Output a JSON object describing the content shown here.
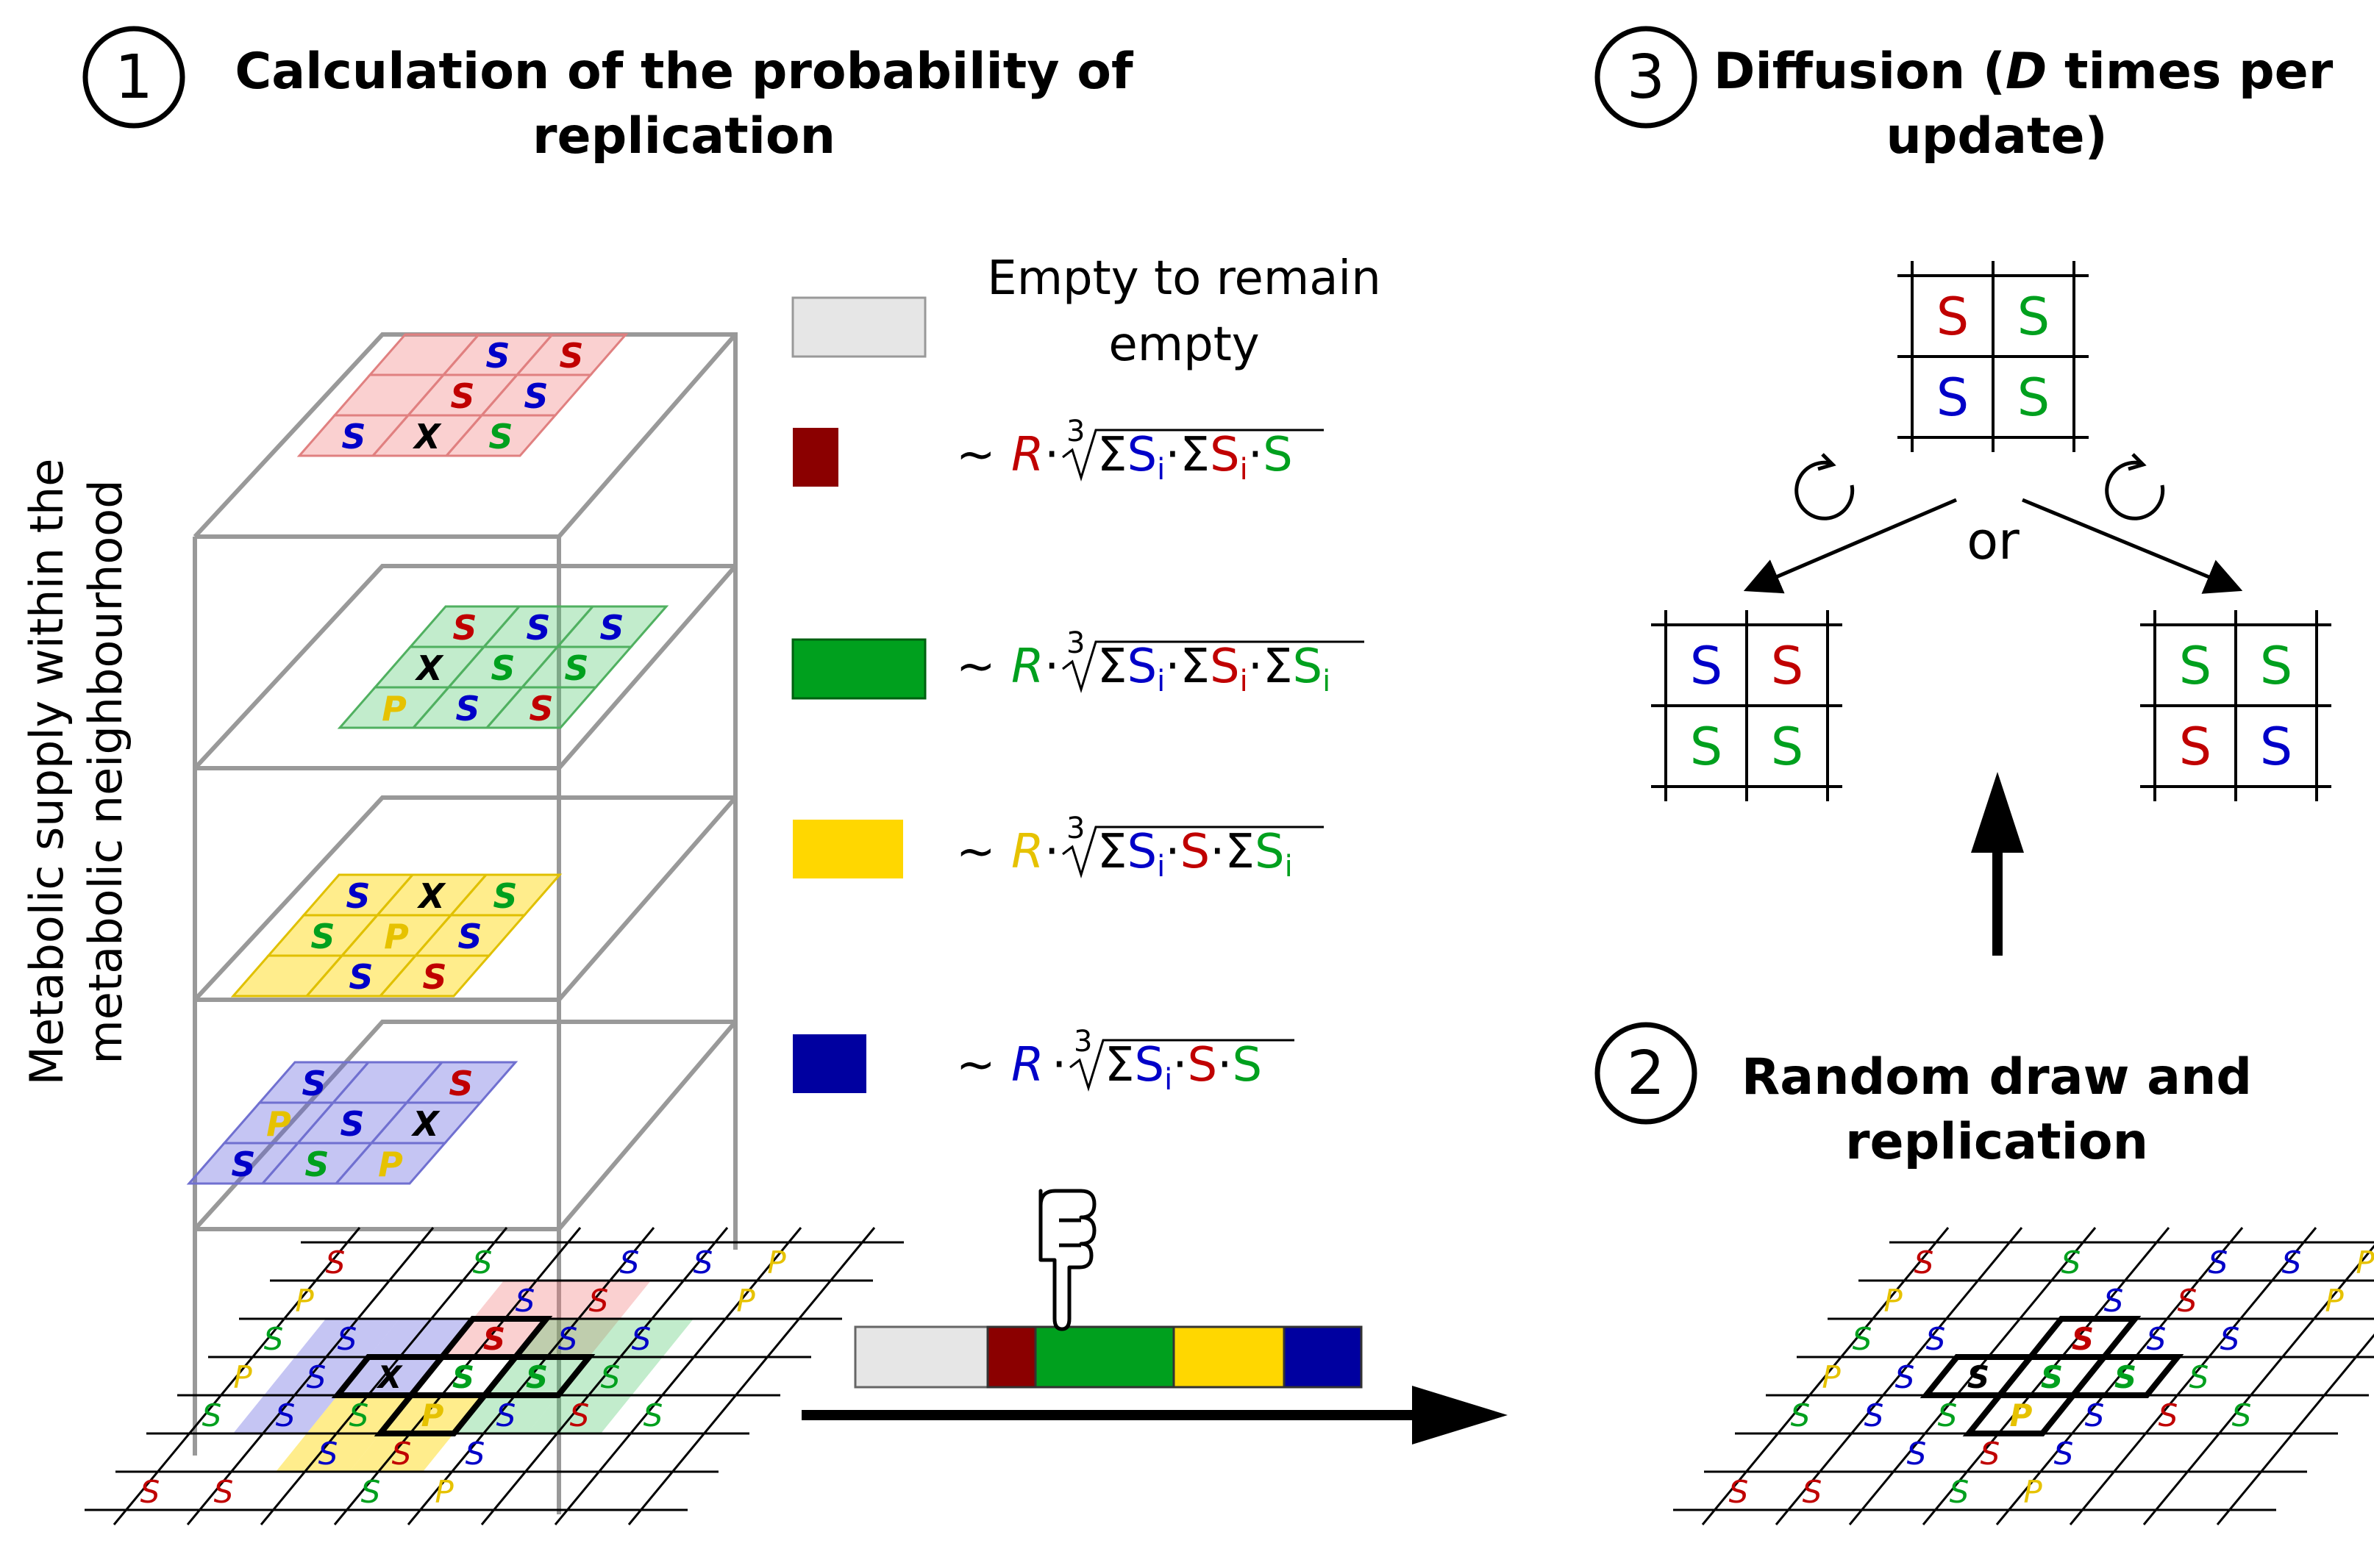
{
  "steps": [
    {
      "number": "1",
      "title_line1": "Calculation of the probability of",
      "title_line2": "replication"
    },
    {
      "number": "2",
      "title_line1": "Random draw and",
      "title_line2": "replication"
    },
    {
      "number": "3",
      "title_line1": "Diffusion (",
      "title_italic": "D",
      "title_line1_rest": " times per",
      "title_line2": "update)"
    }
  ],
  "y_axis_label": {
    "line1": "Metabolic supply  within the",
    "line2": "metabolic neighbourhood"
  },
  "legend": {
    "empty_label_line1": "Empty to remain",
    "empty_label_line2": "empty",
    "tilde": "~",
    "R": "R",
    "dot": "·",
    "cbrt_index": "3",
    "sigma": "Σ",
    "S": "S",
    "i": "i",
    "colors": {
      "empty": "#e6e6e6",
      "red": "#8b0000",
      "green": "#00a01e",
      "yellow": "#ffd700",
      "blue": "#0000a0"
    }
  },
  "diffusion": {
    "or_label": "or",
    "top": [
      [
        "S",
        "S"
      ],
      [
        "S",
        "S"
      ]
    ],
    "top_colors": [
      [
        "#c00000",
        "#00a01e"
      ],
      [
        "#0000c8",
        "#00a01e"
      ]
    ],
    "left": [
      [
        "S",
        "S"
      ],
      [
        "S",
        "S"
      ]
    ],
    "left_colors": [
      [
        "#0000c8",
        "#c00000"
      ],
      [
        "#00a01e",
        "#00a01e"
      ]
    ],
    "right": [
      [
        "S",
        "S"
      ],
      [
        "S",
        "S"
      ]
    ],
    "right_colors": [
      [
        "#00a01e",
        "#00a01e"
      ],
      [
        "#c00000",
        "#0000c8"
      ]
    ]
  },
  "layer_cells": {
    "red": [
      [
        "",
        "S",
        "S"
      ],
      [
        "",
        "S",
        "S"
      ],
      [
        "S",
        "X",
        "S"
      ]
    ],
    "green": [
      [
        "S",
        "S",
        "S"
      ],
      [
        "X",
        "S",
        "S"
      ],
      [
        "P",
        "S",
        "S"
      ]
    ],
    "yellow": [
      [
        "S",
        "X",
        "S"
      ],
      [
        "S",
        "P",
        "S"
      ],
      [
        "",
        "S",
        "S"
      ]
    ],
    "blue": [
      [
        "S",
        "",
        "S"
      ],
      [
        "P",
        "S",
        "X"
      ],
      [
        "S",
        "S",
        "P"
      ]
    ]
  },
  "base_grid": [
    [
      "S",
      "",
      "S",
      "",
      "S",
      "S",
      "P"
    ],
    [
      "P",
      "",
      "",
      "S",
      "S",
      "",
      "P"
    ],
    [
      "S",
      "S",
      "",
      "S",
      "S",
      "S",
      ""
    ],
    [
      "P",
      "S",
      "X",
      "S",
      "S",
      "S",
      ""
    ],
    [
      "S",
      "S",
      "S",
      "P",
      "S",
      "S",
      "S"
    ],
    [
      "",
      "",
      "S",
      "S",
      "S",
      "",
      ""
    ],
    [
      "S",
      "S",
      "",
      "S",
      "P",
      "",
      ""
    ]
  ],
  "result_grid": [
    [
      "S",
      "",
      "S",
      "",
      "S",
      "S",
      "P"
    ],
    [
      "P",
      "",
      "",
      "S",
      "S",
      "",
      "P"
    ],
    [
      "S",
      "S",
      "",
      "S",
      "S",
      "S",
      ""
    ],
    [
      "P",
      "S",
      "S",
      "S",
      "S",
      "S",
      ""
    ],
    [
      "S",
      "S",
      "S",
      "P",
      "S",
      "S",
      "S"
    ],
    [
      "",
      "",
      "S",
      "S",
      "S",
      "",
      ""
    ],
    [
      "S",
      "S",
      "",
      "S",
      "P",
      "",
      ""
    ]
  ]
}
